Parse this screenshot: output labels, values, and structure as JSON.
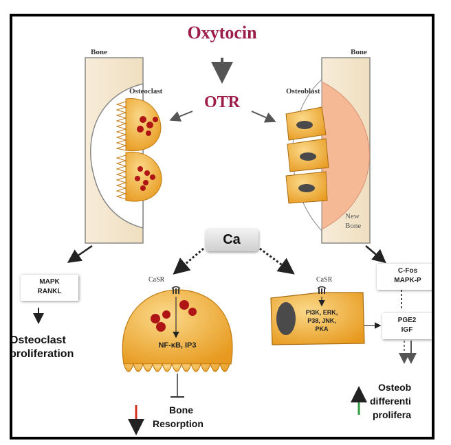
{
  "title": "Oxytocin",
  "receptor": "OTR",
  "left": {
    "bone_label": "Bone",
    "cell_label": "Osteoclast",
    "pathway_box": [
      "MAPK",
      "RANKL"
    ],
    "outcome": [
      "Osteoclast",
      "proliferation"
    ]
  },
  "right": {
    "bone_label": "Bone",
    "cell_label": "Osteoblast",
    "new_bone": [
      "New",
      "Bone"
    ],
    "pathway_box": [
      "C-Fos",
      "MAPK-P"
    ],
    "factors_box": [
      "PGE2",
      "IGF"
    ],
    "outcome": [
      "Osteob",
      "differenti",
      "prolifera"
    ]
  },
  "calcium": "Ca",
  "center_left": {
    "receptor_label": "CaSR",
    "signals": "NF-κB, IP3",
    "outcome": [
      "Bone",
      "Resorption"
    ]
  },
  "center_right": {
    "receptor_label": "CaSR",
    "signals": [
      "PI3K, ERK,",
      "P38, JNK,",
      "PKA"
    ]
  },
  "colors": {
    "title": "#9c1d49",
    "cell_fill": "#f2b53c",
    "nucleus": "#b01515",
    "decrease_arrow": "#d32f1f",
    "increase_arrow": "#2f9a3e"
  }
}
